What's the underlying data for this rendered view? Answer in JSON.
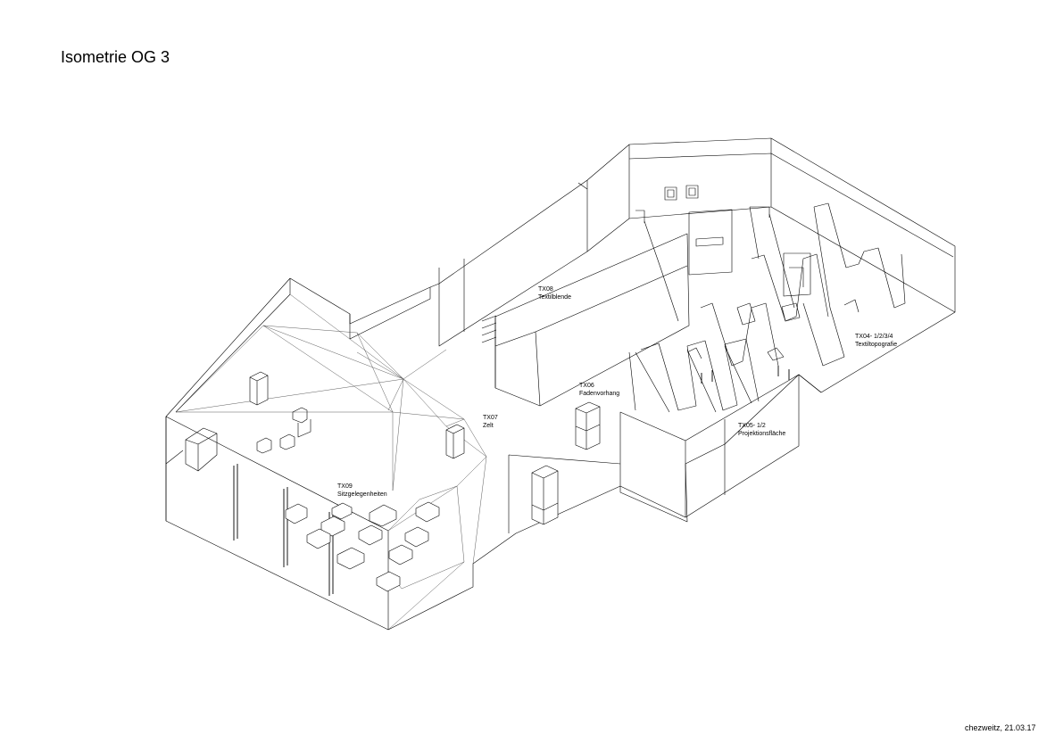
{
  "title": "Isometrie OG 3",
  "footer": "chezweitz, 21.03.17",
  "labels": [
    {
      "code": "TX08",
      "name": "Textilblende"
    },
    {
      "code": "TX06",
      "name": "Fadenvorhang"
    },
    {
      "code": "TX07",
      "name": "Zelt"
    },
    {
      "code": "TX09",
      "name": "Sitzgelegenheiten"
    },
    {
      "code": "TX05- 1/2",
      "name": "Projektionsfläche"
    },
    {
      "code": "TX04- 1/2/3/4",
      "name": "Textiltopografie"
    }
  ]
}
